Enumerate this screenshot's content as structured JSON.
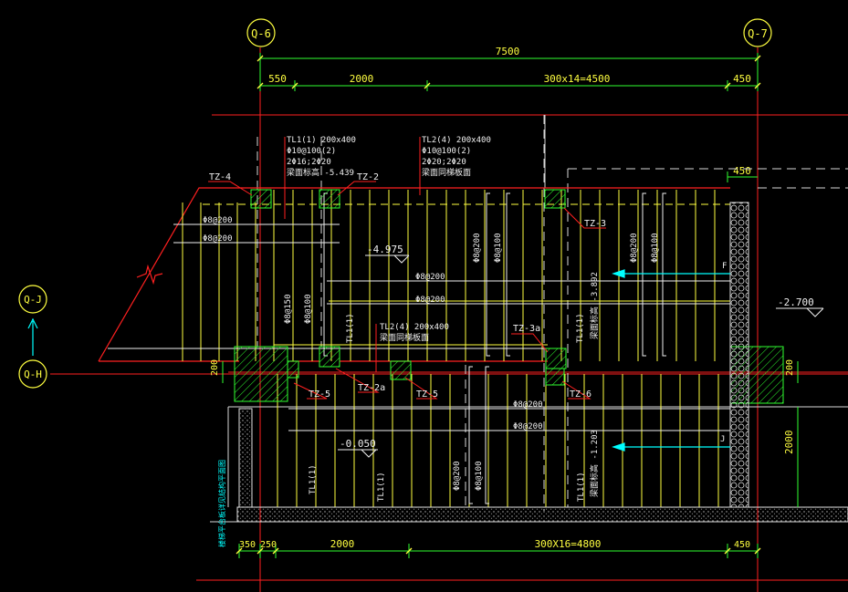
{
  "colors": {
    "red": "#ff2020",
    "yellow": "#ffff40",
    "green": "#30ff30",
    "white": "#f0f0f0",
    "cyan": "#00ffff",
    "gray": "#909090"
  },
  "axes": {
    "top_left": "Q-6",
    "top_right": "Q-7",
    "left_upper": "Q-J",
    "left_lower": "Q-H"
  },
  "dims_top": {
    "total": "7500",
    "seg1": "550",
    "seg2": "2000",
    "seg3": "300x14=4500",
    "seg4": "450",
    "right_small": "450"
  },
  "dims_bottom": {
    "seg1": "350",
    "seg2": "250",
    "seg3": "2000",
    "seg4": "300X16=4800",
    "seg5": "450"
  },
  "dims_side": {
    "left": "200",
    "right_upper": "200",
    "right_lower": "2000"
  },
  "elevations": {
    "upper": "-4.975",
    "right": "-2.700",
    "lower": "-0.050"
  },
  "labels": {
    "tl1_title": "TL1(1) 200x400",
    "tl1_l2": "Φ10@100(2)",
    "tl1_l3": "2Φ16;2Φ20",
    "tl1_l4": "梁面标高 -5.439",
    "tl2_title": "TL2(4) 200x400",
    "tl2_l2": "Φ10@100(2)",
    "tl2_l3": "2Φ20;2Φ20",
    "tl2_l4": "梁面同梯板面",
    "tl2b_title": "TL2(4) 200x400",
    "tl2b_l2": "梁面同梯板面",
    "tz4": "TZ-4",
    "tz2": "TZ-2",
    "tz3": "TZ-3",
    "tz3a": "TZ-3a",
    "tz5a": "TZ-5",
    "tz2a": "TZ-2a",
    "tz5b": "TZ-5",
    "tz6": "TZ-6",
    "r8_200_a": "Φ8@200",
    "r8_200_b": "Φ8@200",
    "r8_200_c": "Φ8@200",
    "r8_200_d": "Φ8@200",
    "r8_200_e": "Φ8@200",
    "r8_200_f": "Φ8@200",
    "v_150": "Φ8@150",
    "v_100": "Φ8@100",
    "v_200a": "Φ8@200",
    "v_100a": "Φ8@100",
    "v_200b": "Φ8@200",
    "v_100b": "Φ8@100",
    "v_200c": "Φ8@200",
    "v_100c": "Φ8@100",
    "tl1_a": "TL1(1)",
    "tl1_b": "TL1(1)",
    "tl1_c": "TL1(1)",
    "tl1_d": "TL1(1)",
    "tl1_e": "TL1(1)",
    "slab_a": "梁面标高 -3.892",
    "slab_b": "梁面标高 -1.203",
    "arrow_f": "F",
    "arrow_j": "J",
    "side_note": "楼梯平台板详见结构平面图"
  }
}
